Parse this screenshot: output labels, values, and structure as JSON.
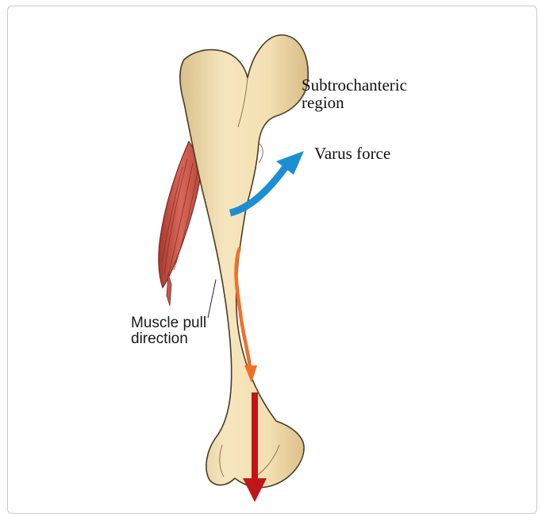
{
  "labels": {
    "subtrochanteric_line1": "Subtrochanteric",
    "subtrochanteric_line2": "region",
    "varus_force": "Varus force",
    "muscle_pull_line1": "Muscle pull",
    "muscle_pull_line2": "direction"
  },
  "colors": {
    "bone_fill": "#f3e0b4",
    "bone_outline": "#4a3c25",
    "muscle": "#c9584a",
    "varus_arrow": "#1c8fd4",
    "shaft_arrow": "#f0702a",
    "pull_arrow": "#c0161a"
  },
  "icons": {
    "varus": "curved-arrow-icon",
    "shaft": "down-arrow-icon",
    "pull": "down-arrow-icon"
  }
}
